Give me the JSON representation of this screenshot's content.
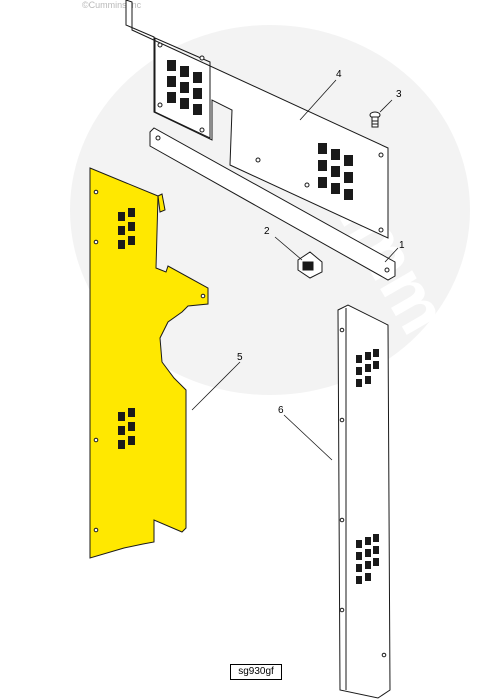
{
  "copyright": "©Cummins Inc",
  "watermark": "Cummins",
  "callouts": [
    "1",
    "2",
    "3",
    "4",
    "5",
    "6"
  ],
  "figure_id": "sg930gf",
  "colors": {
    "highlight": "#ffe800",
    "line": "#1a1a1a",
    "watermark": "#f1f1f1"
  }
}
